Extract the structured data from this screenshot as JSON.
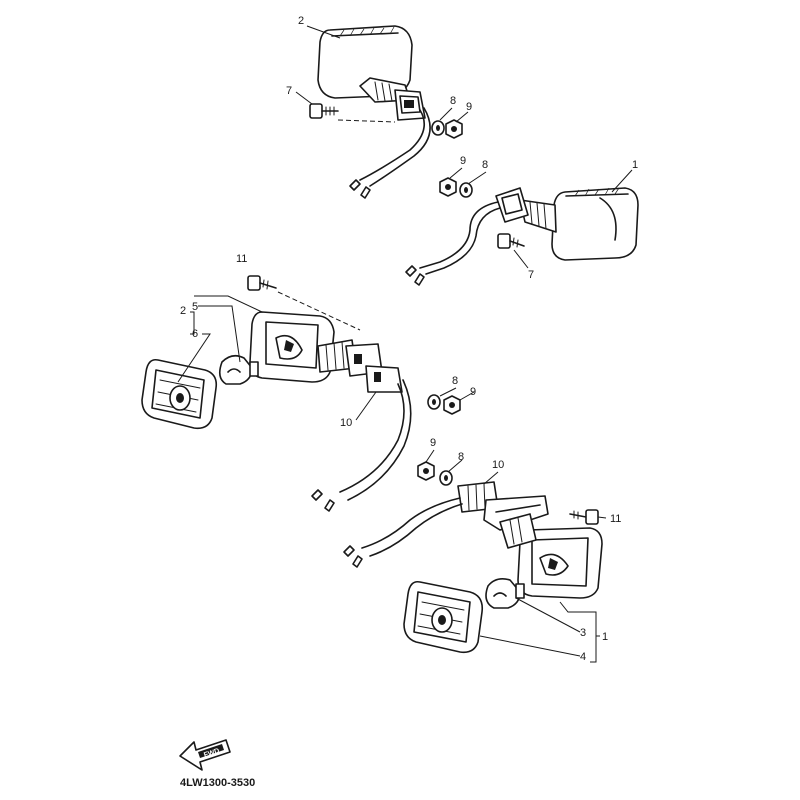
{
  "diagram_code": "4LW1300-3530",
  "fwd_label": "FWD",
  "callouts": [
    {
      "id": "c-2-top",
      "text": "2"
    },
    {
      "id": "c-7-top",
      "text": "7"
    },
    {
      "id": "c-8-a",
      "text": "8"
    },
    {
      "id": "c-9-a",
      "text": "9"
    },
    {
      "id": "c-9-b",
      "text": "9"
    },
    {
      "id": "c-8-b",
      "text": "8"
    },
    {
      "id": "c-1-top",
      "text": "1"
    },
    {
      "id": "c-7-b",
      "text": "7"
    },
    {
      "id": "c-11-a",
      "text": "11"
    },
    {
      "id": "c-2-mid",
      "text": "2"
    },
    {
      "id": "c-5",
      "text": "5"
    },
    {
      "id": "c-6",
      "text": "6"
    },
    {
      "id": "c-10-a",
      "text": "10"
    },
    {
      "id": "c-8-c",
      "text": "8"
    },
    {
      "id": "c-9-c",
      "text": "9"
    },
    {
      "id": "c-9-d",
      "text": "9"
    },
    {
      "id": "c-8-d",
      "text": "8"
    },
    {
      "id": "c-10-b",
      "text": "10"
    },
    {
      "id": "c-11-b",
      "text": "11"
    },
    {
      "id": "c-3",
      "text": "3"
    },
    {
      "id": "c-1-bot",
      "text": "1"
    },
    {
      "id": "c-4",
      "text": "4"
    }
  ]
}
